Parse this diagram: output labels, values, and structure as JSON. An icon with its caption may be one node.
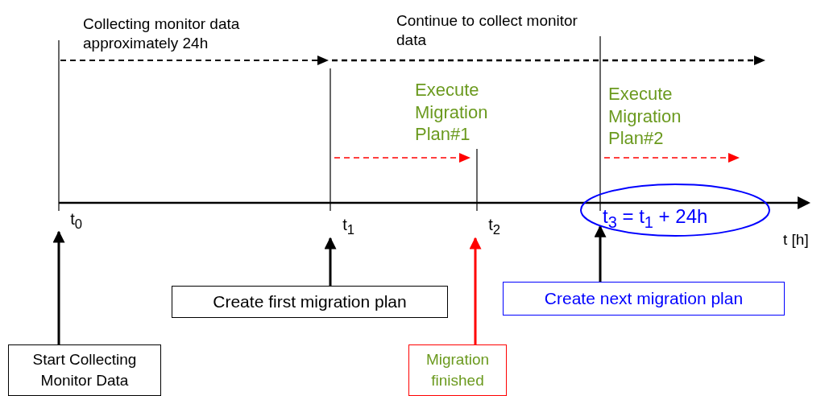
{
  "diagram": {
    "nodes": [
      {
        "text": [
          "Start Collecting Monitor Data"
        ]
      },
      {
        "text": [
          "Create first migration plan"
        ]
      },
      {
        "text": [
          "Migration finished"
        ]
      },
      {
        "text": [
          "Create next migration plan"
        ]
      },
      {
        "text": [
          "t$_{0}$"
        ]
      },
      {
        "text": [
          "t$_{1}$"
        ]
      },
      {
        "text": [
          "t$_{2}$"
        ]
      },
      {
        "text": [
          "t$_{3}$ = t$_{1}$ + 24h"
        ]
      }
    ],
    "edges": [
      {
        "from": 0,
        "to": 4,
        "arrow": "to"
      },
      {
        "from": 1,
        "to": 5,
        "arrow": "to"
      },
      {
        "from": 2,
        "to": 6,
        "arrow": "to",
        "color": "#ff0000"
      },
      {
        "from": 3,
        "to": 7,
        "arrow": "to"
      }
    ],
    "labels": [
      "Collecting monitor data approximately 24h",
      "Continue to collect monitor data",
      "Execute Migration Plan#1",
      "Execute Migration Plan#2",
      "t [h]"
    ]
  }
}
